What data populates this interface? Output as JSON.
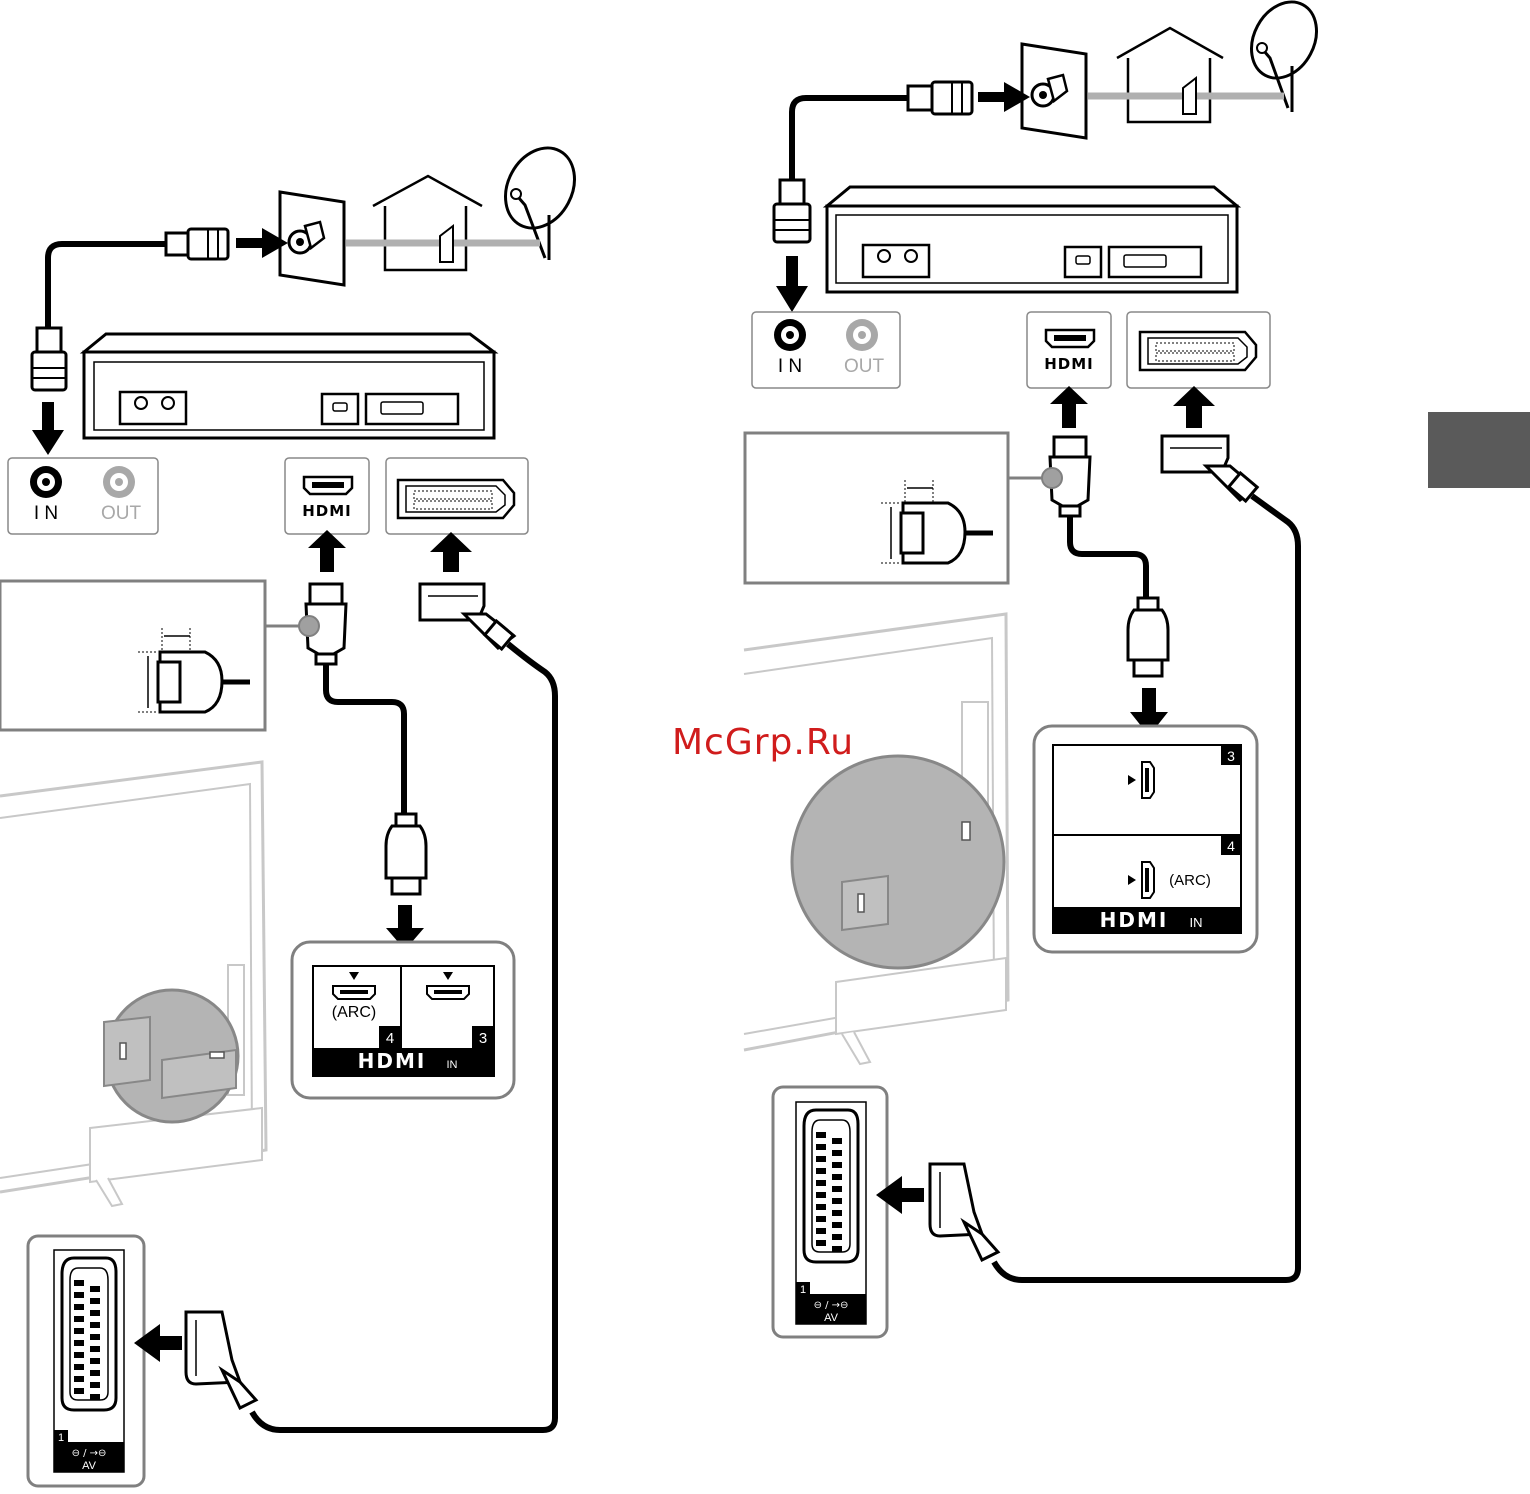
{
  "ports": {
    "in_label": "I N",
    "out_label": "OUT",
    "hdmi_logo": "HDMI",
    "hdmi_in_suffix": "IN",
    "arc_label": "(ARC)",
    "port_3": "3",
    "port_4": "4",
    "scart_number": "1",
    "scart_symbol": "⊖ / →⊖",
    "scart_av": "AV"
  },
  "watermark": "McGrp.Ru",
  "colors": {
    "line": "#000000",
    "panel_border": "#808080",
    "tv_gray": "#c8c8c8",
    "zoom_fill": "#b4b4b4",
    "side_tab": "#5a5a5a",
    "watermark": "#d01c1c"
  }
}
